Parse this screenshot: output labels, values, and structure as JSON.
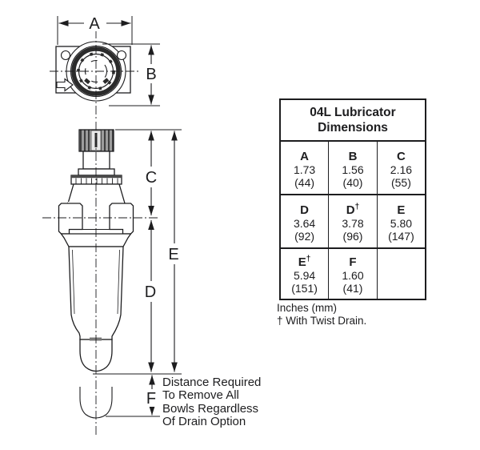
{
  "table": {
    "title": "04L Lubricator\nDimensions",
    "rows": [
      [
        {
          "letter": "A",
          "value": "1.73",
          "mm": "(44)"
        },
        {
          "letter": "B",
          "value": "1.56",
          "mm": "(40)"
        },
        {
          "letter": "C",
          "value": "2.16",
          "mm": "(55)"
        }
      ],
      [
        {
          "letter": "D",
          "value": "3.64",
          "mm": "(92)"
        },
        {
          "letter": "D",
          "sup": "†",
          "value": "3.78",
          "mm": "(96)"
        },
        {
          "letter": "E",
          "value": "5.80",
          "mm": "(147)"
        }
      ],
      [
        {
          "letter": "E",
          "sup": "†",
          "value": "5.94",
          "mm": "(151)"
        },
        {
          "letter": "F",
          "value": "1.60",
          "mm": "(41)"
        },
        {}
      ]
    ],
    "footnotes": [
      "Inches (mm)",
      "† With Twist Drain."
    ]
  },
  "diagram": {
    "dim_labels": {
      "A": "A",
      "B": "B",
      "C": "C",
      "D": "D",
      "E": "E",
      "F": "F"
    },
    "note": "Distance Required\nTo Remove All\nBowls Regardless\nOf Drain Option",
    "line_color": "#1d1d1f"
  }
}
